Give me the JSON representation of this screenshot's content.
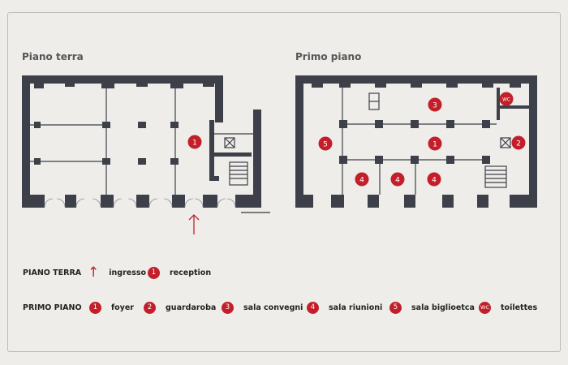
{
  "titles": {
    "ground": "Piano terra",
    "first": "Primo piano"
  },
  "legend": {
    "ground_header": "PIANO TERRA",
    "ground_items": [
      {
        "marker": "↑",
        "label": "ingresso"
      },
      {
        "marker": "1",
        "label": "reception"
      }
    ],
    "first_header": "PRIMO PIANO",
    "first_items": [
      {
        "marker": "1",
        "label": "foyer"
      },
      {
        "marker": "2",
        "label": "guardaroba"
      },
      {
        "marker": "3",
        "label": "sala convegni"
      },
      {
        "marker": "4",
        "label": "sala riunioni"
      },
      {
        "marker": "5",
        "label": "sala biglioetca"
      },
      {
        "marker": "WC",
        "label": "toilettes"
      }
    ]
  },
  "map_badges": {
    "ground_reception": "1",
    "first_foyer": "1",
    "first_guardaroba": "2",
    "first_sala_convegni": "3",
    "first_sala_riunioni_a": "4",
    "first_sala_riunioni_b": "4",
    "first_sala_riunioni_c": "4",
    "first_sala_biblioteca": "5",
    "first_wc": "WC"
  },
  "colors": {
    "wall": "#3d4048",
    "accent": "#c21f2a",
    "background": "#efedea"
  }
}
